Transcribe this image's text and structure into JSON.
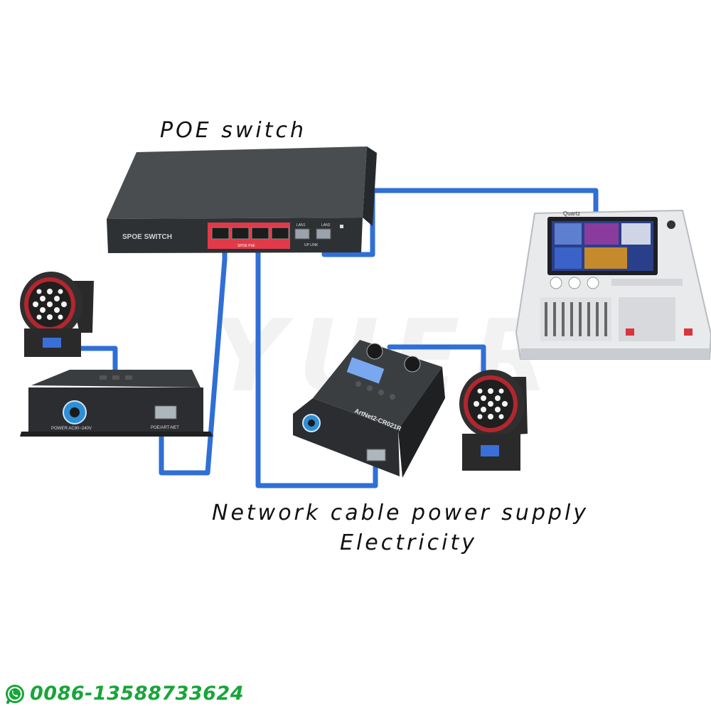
{
  "labels": {
    "switch_title": "POE switch",
    "caption_line1": "Network cable power supply",
    "caption_line2": "Electricity",
    "contact_phone": "0086-13588733624",
    "watermark": "YUER"
  },
  "devices": {
    "switch": {
      "front_label": "SPOE SWITCH",
      "port_label": "SPOE PoE",
      "uplink_label_1": "LAN1",
      "uplink_label_2": "LAN2",
      "uplink_caption": "UP LINK"
    },
    "decoder_left": {
      "power_label": "POWER:AC90~240V",
      "rj45_label": "POE/ART-NET"
    },
    "decoder_center": {
      "model_label": "ArtNet2-CR021R"
    },
    "console": {
      "brand_label": "Quartz"
    }
  },
  "colors": {
    "cable": "#2f6fd6",
    "switch_body": "#3a3d40",
    "poe_panel": "#e23a48",
    "phone_green": "#19a53a",
    "console_body": "#e9eaec"
  },
  "icons": {
    "contact": "whatsapp-icon"
  }
}
